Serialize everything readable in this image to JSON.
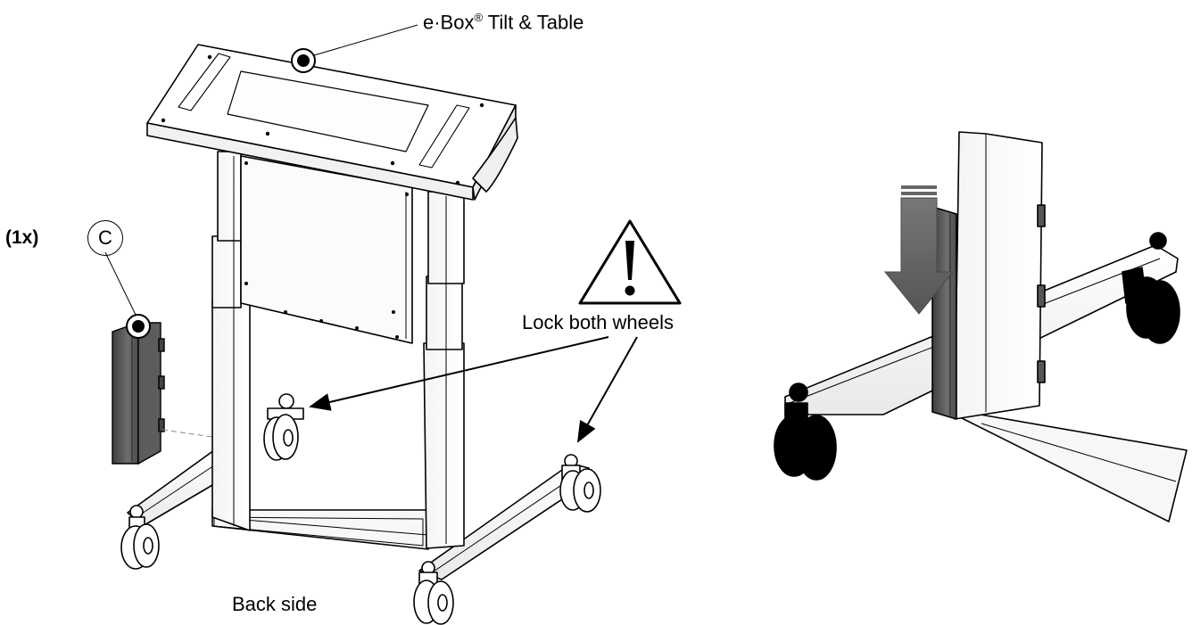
{
  "labels": {
    "product_name": "e·Box",
    "product_mark": "®",
    "product_suffix": " Tilt & Table",
    "quantity": "(1x)",
    "part_letter": "C",
    "warning_text": "Lock both wheels",
    "view_label": "Back side"
  },
  "icons": {
    "warning": "warning-triangle-icon",
    "press_direction": "down-arrow-icon"
  },
  "colors": {
    "line": "#000000",
    "part_fill": "#5a5a5a",
    "arrow_fill": "#666666"
  }
}
